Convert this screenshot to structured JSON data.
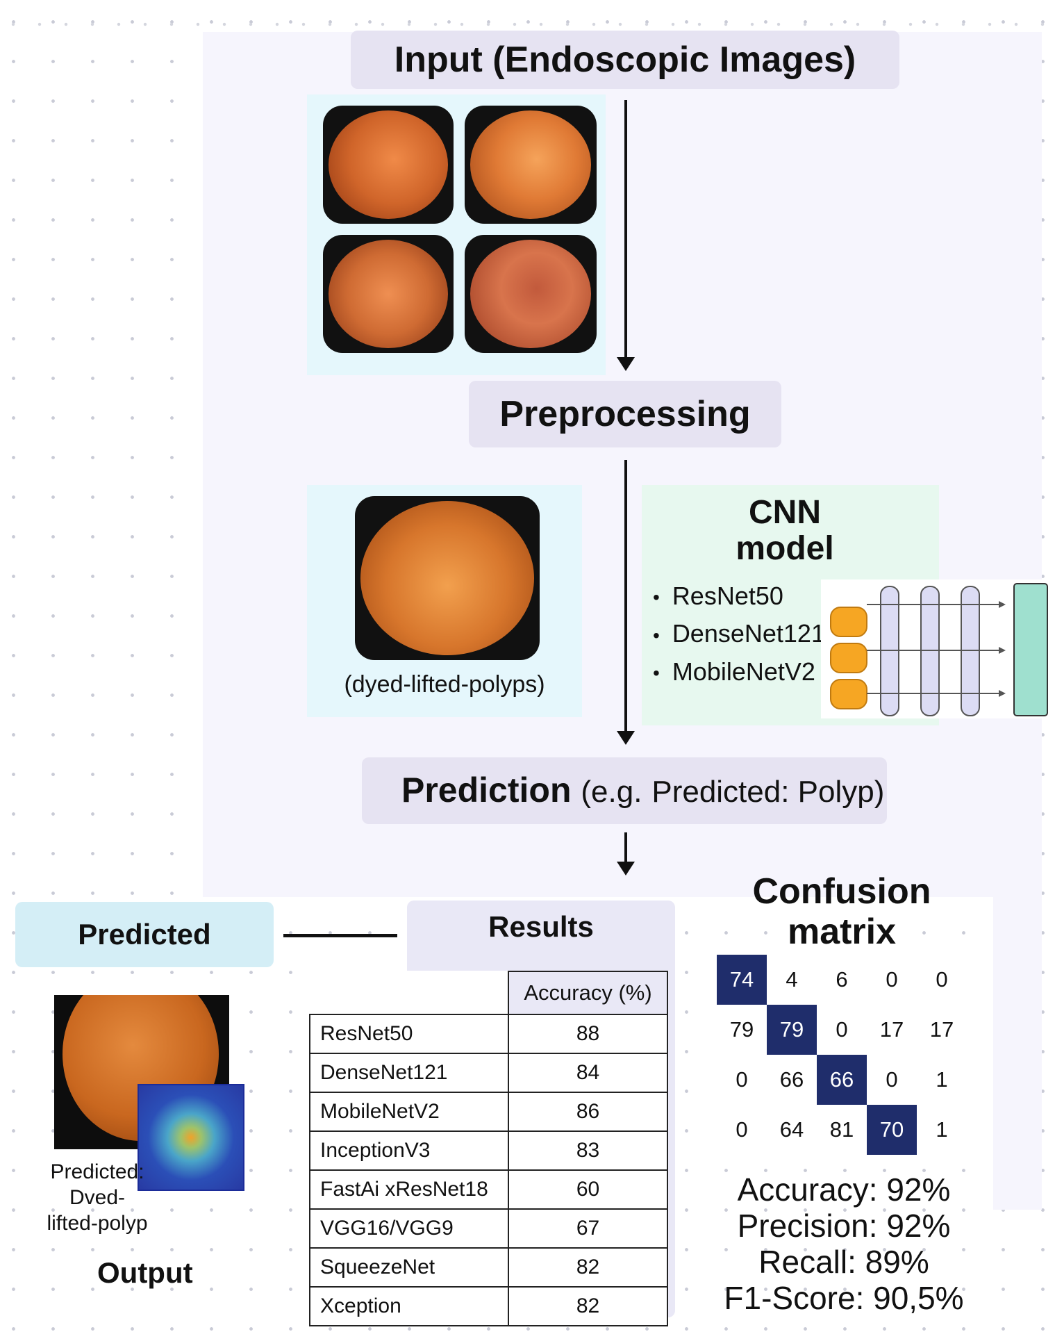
{
  "pipeline": {
    "input_title": "Input (Endoscopic Images)",
    "preprocessing_title": "Preprocessing",
    "preprocessed_caption": "(dyed-lifted-polyps)",
    "cnn": {
      "title_line1": "CNN",
      "title_line2": "model",
      "models": [
        "ResNet50",
        "DenseNet121",
        "MobileNetV2"
      ]
    },
    "prediction": {
      "label": "Prediction",
      "example": "(e.g.",
      "example_value": "Predicted: Polyp)"
    }
  },
  "output": {
    "predicted_title": "Predicted",
    "predicted_line1": "Predicted:",
    "predicted_line2": "Dved-",
    "predicted_line3": "lifted-polyp",
    "output_label": "Output"
  },
  "results": {
    "title": "Results",
    "column_header": "Accuracy (%)",
    "rows": [
      {
        "model": "ResNet50",
        "accuracy": "88"
      },
      {
        "model": "DenseNet121",
        "accuracy": "84"
      },
      {
        "model": "MobileNetV2",
        "accuracy": "86"
      },
      {
        "model": "InceptionV3",
        "accuracy": "83"
      },
      {
        "model": "FastAi xResNet18",
        "accuracy": "60"
      },
      {
        "model": "VGG16/VGG9",
        "accuracy": "67"
      },
      {
        "model": "SqueezeNet",
        "accuracy": "82"
      },
      {
        "model": "Xception",
        "accuracy": "82"
      }
    ]
  },
  "confusion_matrix": {
    "title_line1": "Confusion",
    "title_line2": "matrix",
    "values": [
      [
        "74",
        "4",
        "6",
        "0",
        "0"
      ],
      [
        "79",
        "79",
        "0",
        "17",
        "17"
      ],
      [
        "0",
        "66",
        "66",
        "0",
        "1"
      ],
      [
        "0",
        "64",
        "81",
        "70",
        "1"
      ]
    ],
    "metrics": [
      "Accuracy: 92%",
      "Precision: 92%",
      "Recall: 89%",
      "F1-Score: 90,5%"
    ]
  },
  "colors": {
    "header_box": "#e6e3f2",
    "image_panel": "#e5f7fc",
    "cnn_panel": "#e7f8ef",
    "predicted_box": "#d4eef6",
    "cm_diagonal": "#1f2d6b",
    "node_orange": "#f6a623",
    "layer_lavender": "#dcdcf4",
    "output_teal": "#9fe0cf"
  }
}
